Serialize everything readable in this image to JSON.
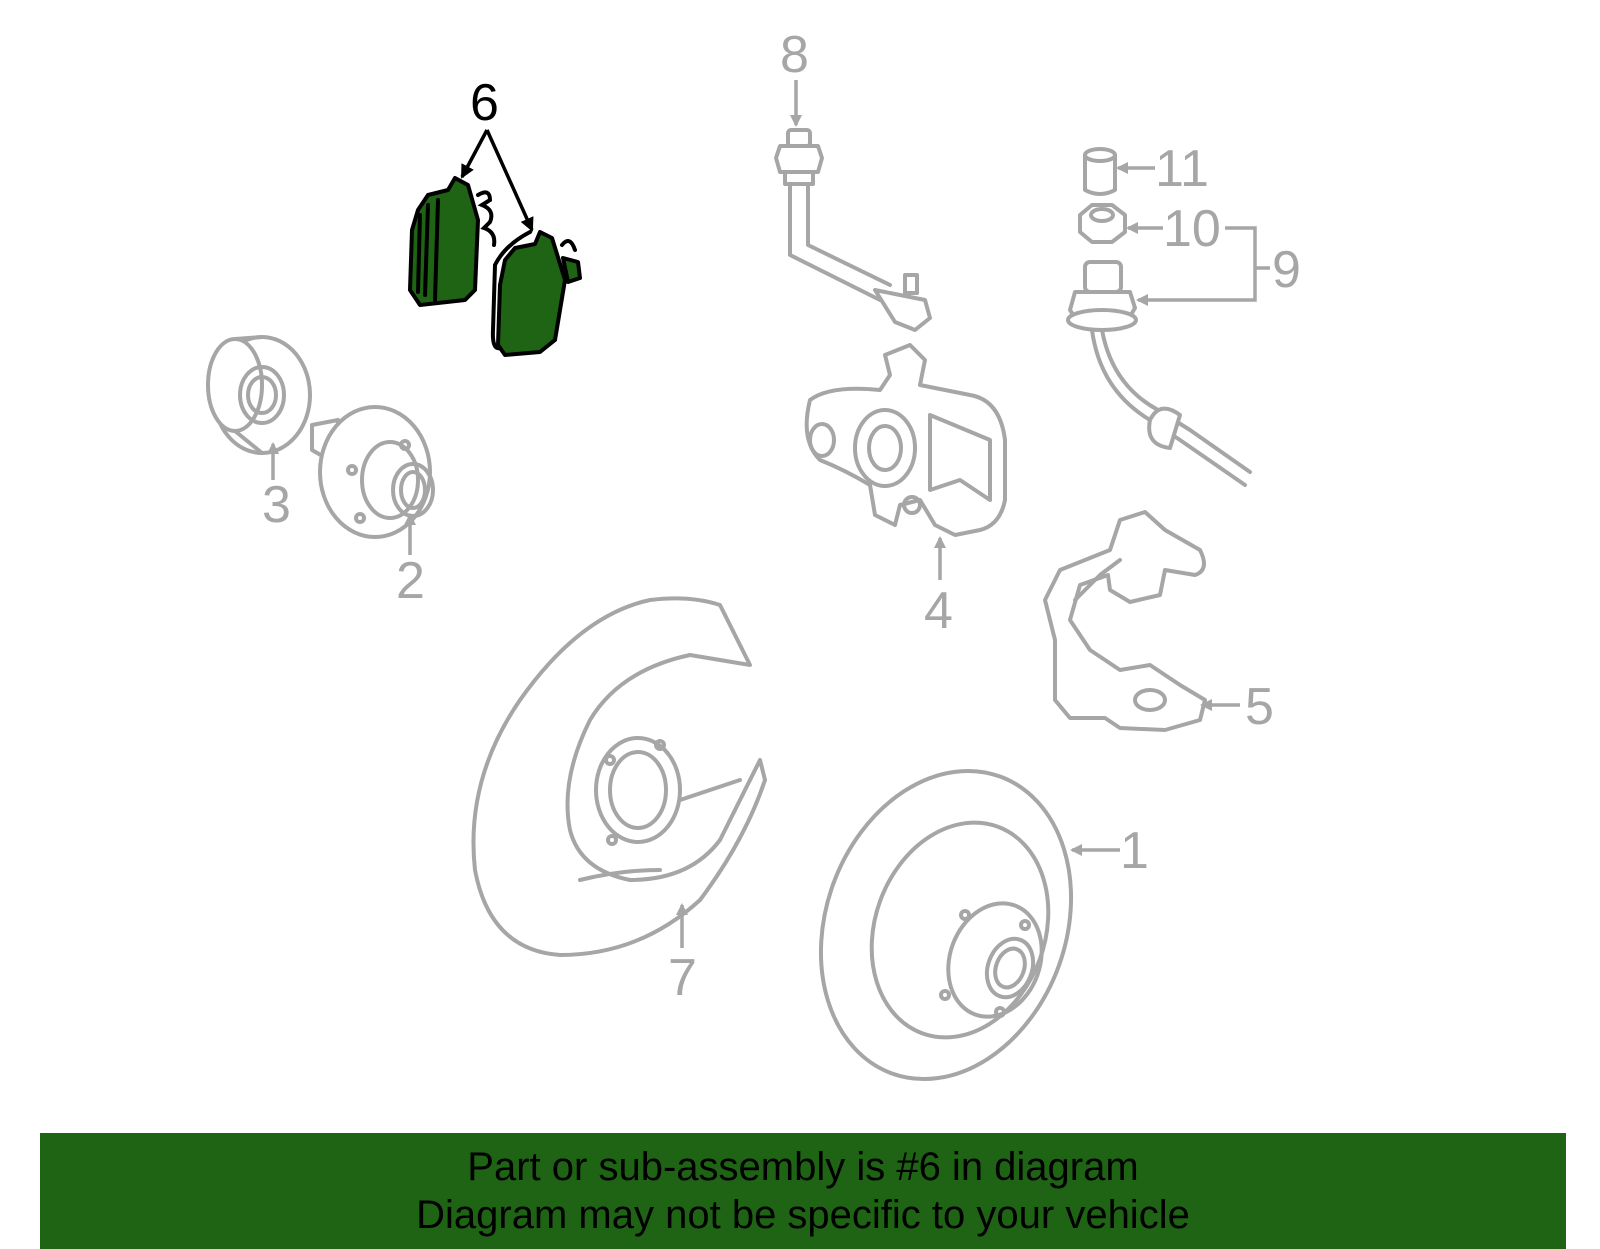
{
  "callouts": {
    "c1": "1",
    "c2": "2",
    "c3": "3",
    "c4": "4",
    "c5": "5",
    "c6": "6",
    "c7": "7",
    "c8": "8",
    "c9": "9",
    "c10": "10",
    "c11": "11"
  },
  "highlighted_part": "6",
  "colors": {
    "highlight": "#1e6414",
    "parts": "#a6a6a6",
    "active_label": "#000000"
  },
  "banner": {
    "line1": "Part or sub-assembly is #6 in diagram",
    "line2": "Diagram may not be specific to your vehicle"
  }
}
